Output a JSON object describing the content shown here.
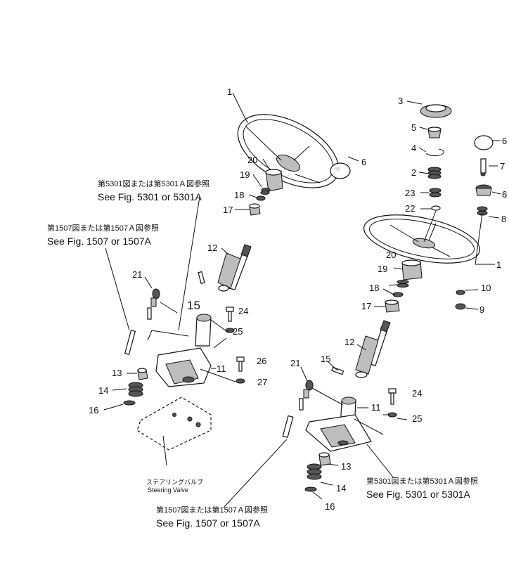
{
  "references": {
    "jp_5301": "第5301図または第5301Ａ図参照",
    "en_5301": "See Fig. 5301 or 5301A",
    "jp_1507": "第1507図または第1507Ａ図参照",
    "en_1507": "See Fig. 1507 or 1507A"
  },
  "steering_valve": {
    "jp": "ステアリングバルブ",
    "en": "Steering Valve"
  },
  "left_assembly_numbers": {
    "n1": "1",
    "n6": "6",
    "n20": "20",
    "n19": "19",
    "n18": "18",
    "n17": "17",
    "n12": "12",
    "n21": "21",
    "n15": "15",
    "n24": "24",
    "n25": "25",
    "n13": "13",
    "n11": "11",
    "n26": "26",
    "n27": "27",
    "n14": "14",
    "n16": "16"
  },
  "right_assembly_numbers": {
    "n3": "3",
    "n5": "5",
    "n4": "4",
    "n2": "2",
    "n23": "23",
    "n22": "22",
    "n6a": "6",
    "n7": "7",
    "n6b": "6",
    "n8": "8",
    "n1": "1",
    "n20": "20",
    "n19": "19",
    "n18": "18",
    "n17": "17",
    "n10": "10",
    "n9": "9",
    "n12": "12",
    "n15": "15",
    "n21": "21",
    "n11": "11",
    "n24": "24",
    "n25": "25",
    "n13": "13",
    "n14": "14",
    "n16": "16"
  }
}
